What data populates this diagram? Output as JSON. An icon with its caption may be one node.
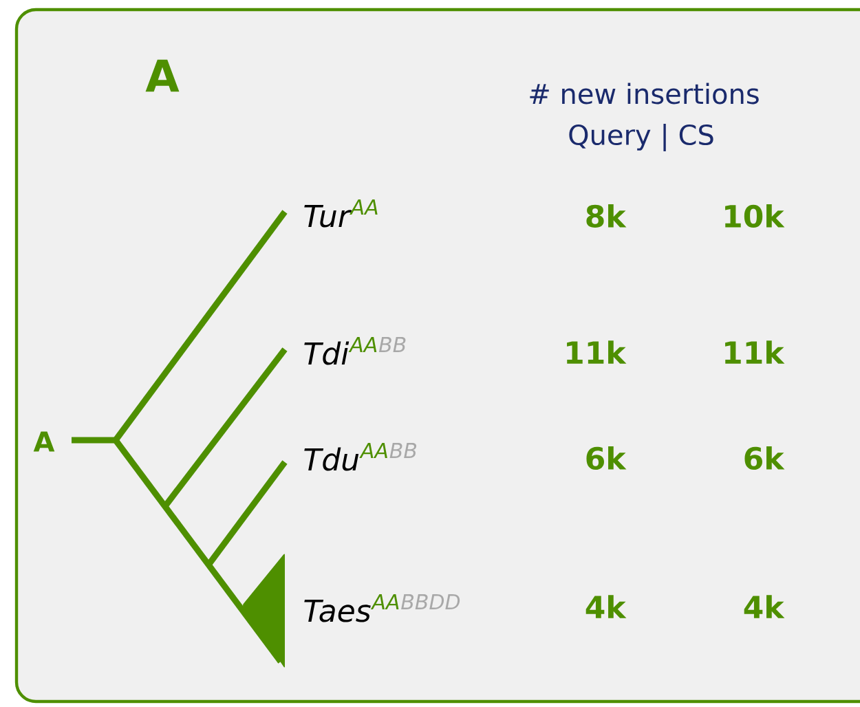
{
  "diagram": {
    "labels": [
      "A",
      "# new insertions",
      "Query | CS",
      "Tur",
      "AA",
      "8k",
      "10k",
      "Tdi",
      "AA",
      "BB",
      "11k",
      "11k",
      "A",
      "Tdu",
      "AA",
      "BB",
      "6k",
      "6k",
      "Taes",
      "AA",
      "BBDD",
      "4k",
      "4k"
    ]
  }
}
